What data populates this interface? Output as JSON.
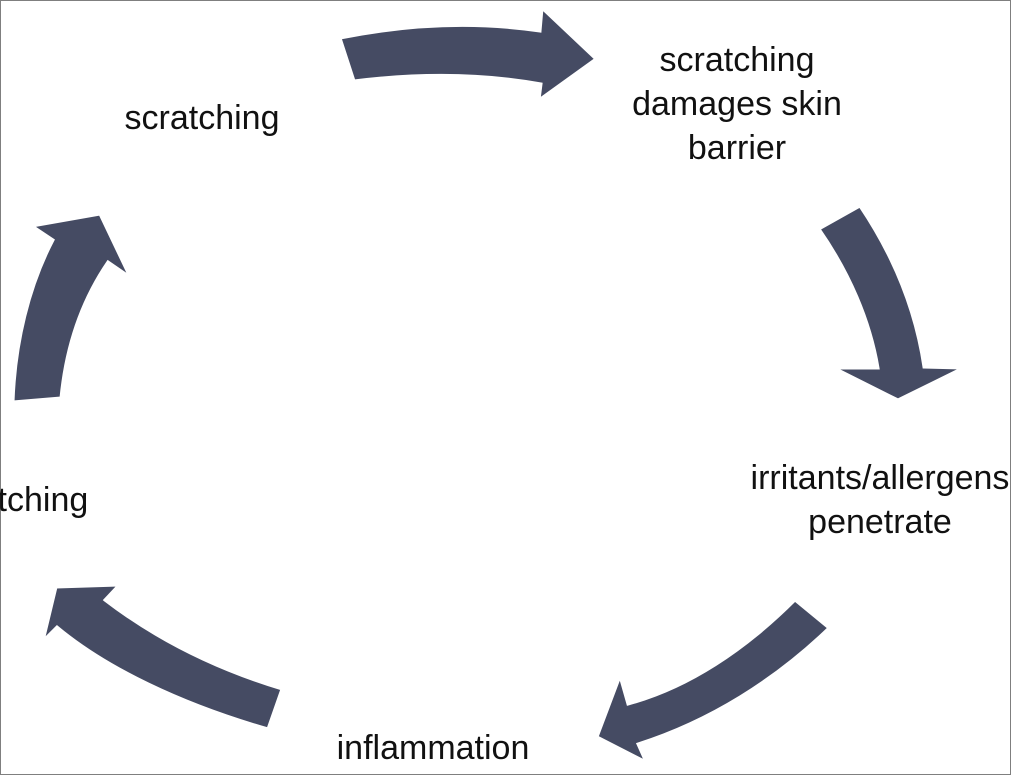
{
  "diagram": {
    "type": "cycle",
    "arrow_color": "#454b63",
    "nodes": [
      {
        "id": "scratching",
        "label": "scratching"
      },
      {
        "id": "damage",
        "label": "scratching\ndamages skin\nbarrier"
      },
      {
        "id": "irritants",
        "label": "irritants/allergens\npenetrate"
      },
      {
        "id": "inflammation",
        "label": "inflammation"
      },
      {
        "id": "itching",
        "label": "itching"
      }
    ],
    "edges": [
      {
        "from": "scratching",
        "to": "damage"
      },
      {
        "from": "damage",
        "to": "irritants"
      },
      {
        "from": "irritants",
        "to": "inflammation"
      },
      {
        "from": "inflammation",
        "to": "itching"
      },
      {
        "from": "itching",
        "to": "scratching"
      }
    ]
  }
}
